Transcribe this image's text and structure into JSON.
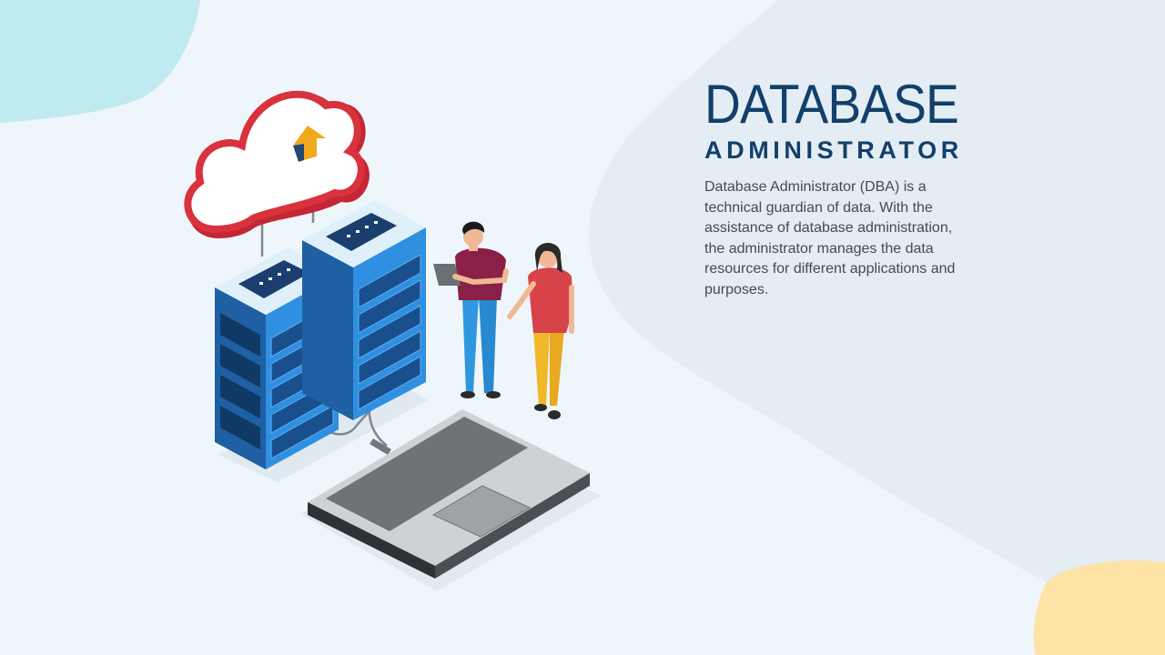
{
  "slide": {
    "title": "DATABASE",
    "subtitle": "ADMINISTRATOR",
    "description": "Database Administrator (DBA) is a technical guardian of data. With the assistance of database administration, the administrator manages the data resources for different applications and purposes."
  },
  "colors": {
    "background": "#eef6fb",
    "title": "#123f6b",
    "server_blue": "#2f8fe0",
    "cloud_red": "#d8323d",
    "upload_arrow": "#f2a81d",
    "accent_teal": "#bfeaf0",
    "accent_yellow": "#fde3a6"
  },
  "illustration": {
    "icons": [
      "cloud-upload-icon",
      "server-rack-icon",
      "laptop-icon",
      "person-with-laptop-icon",
      "person-pointing-icon"
    ]
  }
}
